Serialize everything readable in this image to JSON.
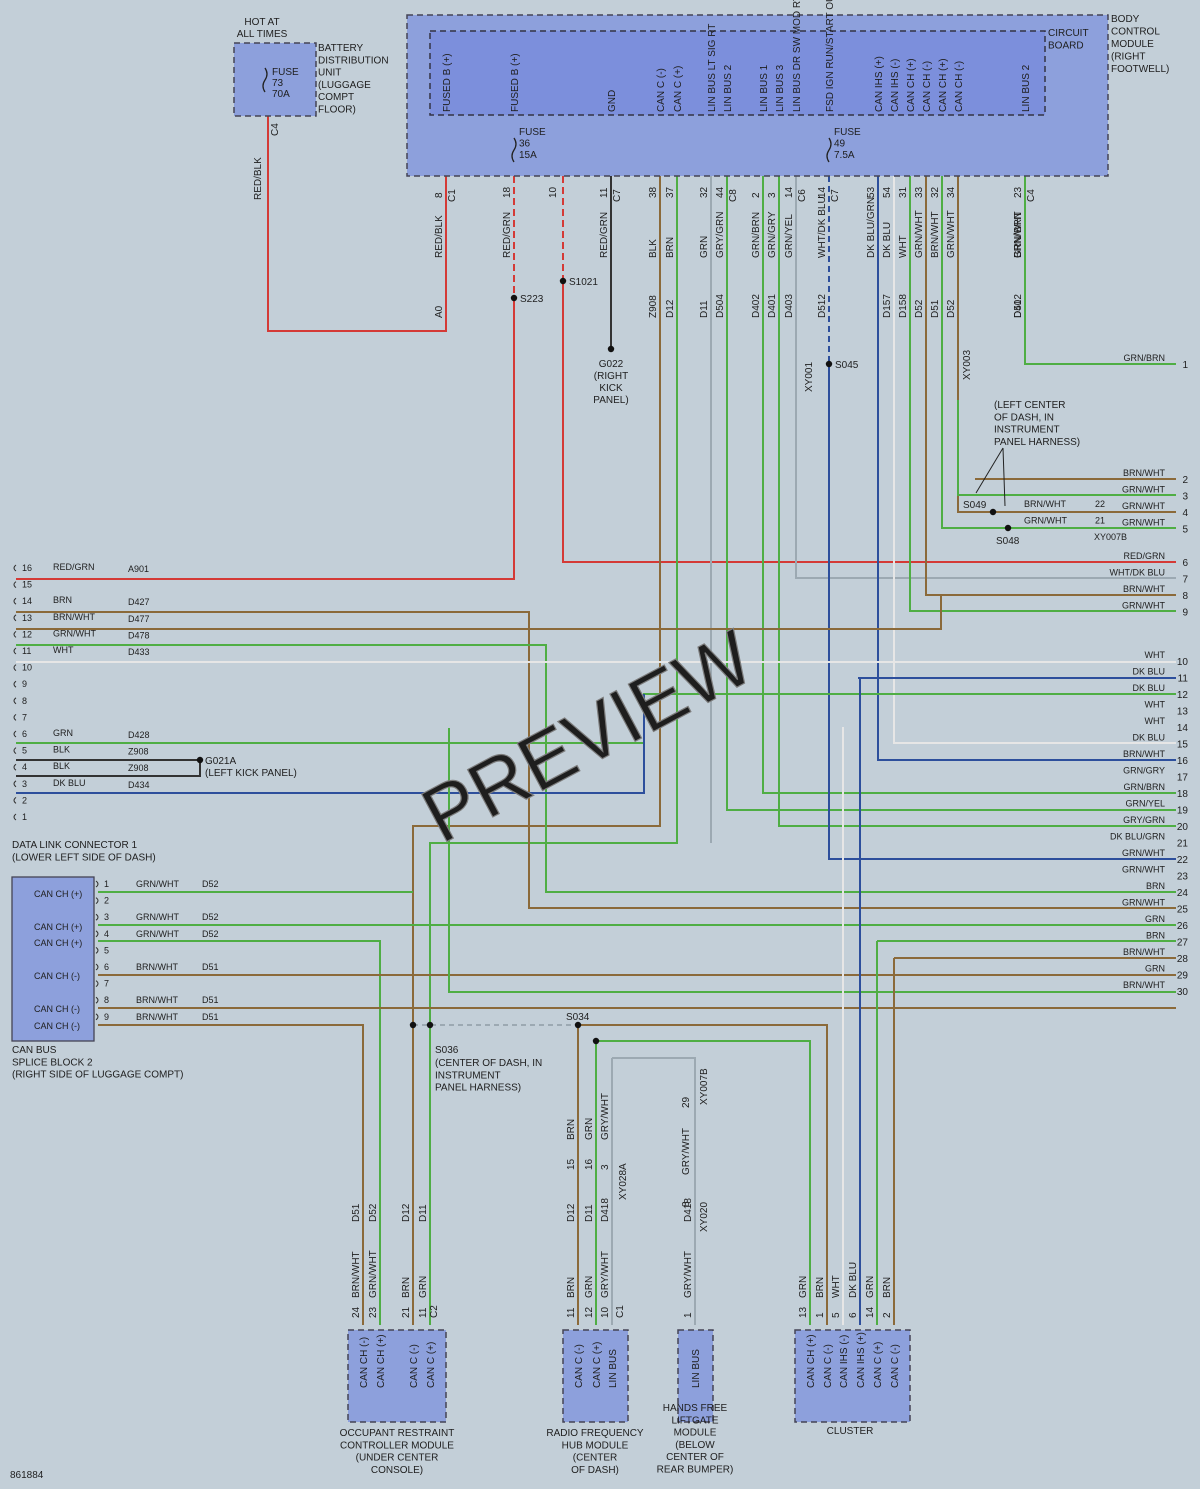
{
  "modules": {
    "bcm": {
      "title": [
        "BODY",
        "CONTROL",
        "MODULE",
        "(RIGHT",
        "FOOTWELL)"
      ],
      "board": [
        "CIRCUIT",
        "BOARD"
      ],
      "pins": [
        {
          "label": "FUSED B (+)",
          "pin": "8",
          "conn": "C1"
        },
        {
          "label": "FUSED B (+)",
          "pin": "18",
          "conn": ""
        },
        {
          "label": "GND",
          "pin": "11",
          "conn": "C7"
        },
        {
          "label": "CAN C (-)",
          "pin": "38",
          "conn": ""
        },
        {
          "label": "CAN C (+)",
          "pin": "37",
          "conn": ""
        },
        {
          "label": "LIN BUS LT SIG RT",
          "pin": "32",
          "conn": ""
        },
        {
          "label": "LIN BUS 2",
          "pin": "44",
          "conn": "C8"
        },
        {
          "label": "LIN BUS 1",
          "pin": "2",
          "conn": ""
        },
        {
          "label": "LIN BUS 3",
          "pin": "3",
          "conn": ""
        },
        {
          "label": "LIN BUS DR SW MOD RTN",
          "pin": "14",
          "conn": "C6"
        },
        {
          "label": "FSD IGN RUN/START OUTPUT",
          "pin": "14",
          "conn": "C7"
        },
        {
          "label": "CAN IHS (+)",
          "pin": "53",
          "conn": ""
        },
        {
          "label": "CAN IHS (-)",
          "pin": "54",
          "conn": ""
        },
        {
          "label": "CAN CH (+)",
          "pin": "31",
          "conn": ""
        },
        {
          "label": "CAN CH (-)",
          "pin": "33",
          "conn": ""
        },
        {
          "label": "CAN CH (+)",
          "pin": "32",
          "conn": ""
        },
        {
          "label": "CAN CH (-)",
          "pin": "34",
          "conn": ""
        },
        {
          "label": "LIN BUS 2",
          "pin": "23",
          "conn": "C4"
        }
      ],
      "fuse36": [
        "FUSE",
        "36",
        "15A"
      ],
      "fuse49": [
        "FUSE",
        "49",
        "7.5A"
      ],
      "pin10": "10"
    },
    "bdu": {
      "title": [
        "BATTERY",
        "DISTRIBUTION",
        "UNIT",
        "(LUGGAGE",
        "COMPT",
        "FLOOR)"
      ],
      "hot": [
        "HOT AT",
        "ALL TIMES"
      ],
      "fuse": [
        "FUSE",
        "73",
        "70A"
      ],
      "conn": "C4"
    },
    "dlc": {
      "title": [
        "DATA LINK CONNECTOR 1",
        "(LOWER LEFT SIDE OF DASH)"
      ]
    },
    "can_splice": {
      "title": [
        "CAN BUS",
        "SPLICE BLOCK 2",
        "(RIGHT SIDE OF LUGGAGE COMPT)"
      ],
      "labels": [
        "CAN CH (+)",
        "CAN CH (+)",
        "CAN CH (+)",
        "CAN CH (-)",
        "CAN CH (-)",
        "CAN CH (-)"
      ]
    },
    "orc": {
      "title": [
        "OCCUPANT RESTRAINT",
        "CONTROLLER MODULE",
        "(UNDER CENTER",
        "CONSOLE)"
      ],
      "pins": [
        "CAN CH (-)",
        "CAN CH (+)",
        "CAN C (-)",
        "CAN C (+)"
      ],
      "conn": "C2"
    },
    "rfh": {
      "title": [
        "RADIO FREQUENCY",
        "HUB MODULE",
        "(CENTER",
        "OF DASH)"
      ],
      "pins": [
        "CAN C (-)",
        "CAN C (+)",
        "LIN BUS"
      ],
      "conn": "C1"
    },
    "hfl": {
      "title": [
        "HANDS FREE",
        "LIFTGATE",
        "MODULE",
        "(BELOW",
        "CENTER OF",
        "REAR BUMPER)"
      ],
      "pins": [
        "LIN BUS"
      ]
    },
    "cluster": {
      "title": [
        "CLUSTER"
      ],
      "pins": [
        "CAN CH (+)",
        "CAN C (-)",
        "CAN IHS (-)",
        "CAN IHS (+)",
        "CAN C (+)",
        "CAN C (-)"
      ]
    }
  },
  "top_wires": [
    {
      "color": "RED/BLK",
      "circuit": "A0"
    },
    {
      "color": "RED/GRN",
      "circuit": ""
    },
    {
      "color": "RED/GRN",
      "circuit": ""
    },
    {
      "color": "BLK",
      "circuit": "Z908"
    },
    {
      "color": "BRN",
      "circuit": "D12"
    },
    {
      "color": "GRN",
      "circuit": "D11"
    },
    {
      "color": "GRY/GRN",
      "circuit": "D504"
    },
    {
      "color": "GRN/BRN",
      "circuit": "D402"
    },
    {
      "color": "GRN/GRY",
      "circuit": "D401"
    },
    {
      "color": "GRN/YEL",
      "circuit": "D403"
    },
    {
      "color": "WHT/DK BLU",
      "circuit": "D512"
    },
    {
      "color": "DK BLU/GRN",
      "circuit": ""
    },
    {
      "color": "DK BLU",
      "circuit": "D157"
    },
    {
      "color": "WHT",
      "circuit": "D158"
    },
    {
      "color": "GRN/WHT",
      "circuit": "D52"
    },
    {
      "color": "BRN/WHT",
      "circuit": "D51"
    },
    {
      "color": "GRN/WHT",
      "circuit": "D52"
    },
    {
      "color": "BRN/WHT",
      "circuit": "D51"
    },
    {
      "color": "GRN/BRN",
      "circuit": "D402"
    }
  ],
  "splices": [
    "S223",
    "S1021",
    "S045",
    "S049",
    "S048",
    "S034",
    "S036"
  ],
  "grounds": {
    "g022": [
      "G022",
      "(RIGHT",
      "KICK",
      "PANEL)"
    ],
    "g021a": [
      "G021A",
      "(LEFT KICK PANEL)"
    ]
  },
  "connectors": [
    "XY001",
    "XY003",
    "XY007B",
    "XY028A",
    "XY007B",
    "XY020"
  ],
  "left_center_dash": [
    "(LEFT CENTER",
    "OF DASH, IN",
    "INSTRUMENT",
    "PANEL HARNESS)"
  ],
  "s036_desc": [
    "(CENTER OF DASH, IN",
    "INSTRUMENT",
    "PANEL HARNESS)"
  ],
  "right_pins": [
    {
      "n": "1",
      "color": "GRN/BRN"
    },
    {
      "n": "2",
      "color": "BRN/WHT"
    },
    {
      "n": "3",
      "color": "GRN/WHT"
    },
    {
      "n": "4",
      "color": "GRN/WHT"
    },
    {
      "n": "5",
      "color": "GRN/WHT"
    },
    {
      "n": "6",
      "color": "RED/GRN"
    },
    {
      "n": "7",
      "color": "WHT/DK BLU"
    },
    {
      "n": "8",
      "color": "BRN/WHT"
    },
    {
      "n": "9",
      "color": "GRN/WHT"
    },
    {
      "n": "10",
      "color": "WHT"
    },
    {
      "n": "11",
      "color": "DK BLU"
    },
    {
      "n": "12",
      "color": "DK BLU"
    },
    {
      "n": "13",
      "color": "WHT"
    },
    {
      "n": "14",
      "color": "WHT"
    },
    {
      "n": "15",
      "color": "DK BLU"
    },
    {
      "n": "16",
      "color": "BRN/WHT"
    },
    {
      "n": "17",
      "color": "GRN/GRY"
    },
    {
      "n": "18",
      "color": "GRN/BRN"
    },
    {
      "n": "19",
      "color": "GRN/YEL"
    },
    {
      "n": "20",
      "color": "GRY/GRN"
    },
    {
      "n": "21",
      "color": "DK BLU/GRN"
    },
    {
      "n": "22",
      "color": "GRN/WHT"
    },
    {
      "n": "23",
      "color": "GRN/WHT"
    },
    {
      "n": "24",
      "color": "BRN"
    },
    {
      "n": "25",
      "color": "GRN/WHT"
    },
    {
      "n": "26",
      "color": "GRN"
    },
    {
      "n": "27",
      "color": "BRN"
    },
    {
      "n": "28",
      "color": "BRN/WHT"
    },
    {
      "n": "29",
      "color": "GRN"
    },
    {
      "n": "30",
      "color": "BRN/WHT"
    }
  ],
  "s049_rows": [
    {
      "color": "BRN/WHT",
      "pin": "22"
    },
    {
      "color": "GRN/WHT",
      "pin": "21"
    }
  ],
  "dlc_pins": [
    {
      "n": "16",
      "color": "RED/GRN",
      "circuit": "A901"
    },
    {
      "n": "15",
      "color": "",
      "circuit": ""
    },
    {
      "n": "14",
      "color": "BRN",
      "circuit": "D427"
    },
    {
      "n": "13",
      "color": "BRN/WHT",
      "circuit": "D477"
    },
    {
      "n": "12",
      "color": "GRN/WHT",
      "circuit": "D478"
    },
    {
      "n": "11",
      "color": "WHT",
      "circuit": "D433"
    },
    {
      "n": "10",
      "color": "",
      "circuit": ""
    },
    {
      "n": "9",
      "color": "",
      "circuit": ""
    },
    {
      "n": "8",
      "color": "",
      "circuit": ""
    },
    {
      "n": "7",
      "color": "",
      "circuit": ""
    },
    {
      "n": "6",
      "color": "GRN",
      "circuit": "D428"
    },
    {
      "n": "5",
      "color": "BLK",
      "circuit": "Z908"
    },
    {
      "n": "4",
      "color": "BLK",
      "circuit": "Z908"
    },
    {
      "n": "3",
      "color": "DK BLU",
      "circuit": "D434"
    },
    {
      "n": "2",
      "color": "",
      "circuit": ""
    },
    {
      "n": "1",
      "color": "",
      "circuit": ""
    }
  ],
  "can_pins": [
    {
      "n": "1",
      "color": "GRN/WHT",
      "circuit": "D52"
    },
    {
      "n": "2",
      "color": "",
      "circuit": ""
    },
    {
      "n": "3",
      "color": "GRN/WHT",
      "circuit": "D52"
    },
    {
      "n": "4",
      "color": "GRN/WHT",
      "circuit": "D52"
    },
    {
      "n": "5",
      "color": "",
      "circuit": ""
    },
    {
      "n": "6",
      "color": "BRN/WHT",
      "circuit": "D51"
    },
    {
      "n": "7",
      "color": "",
      "circuit": ""
    },
    {
      "n": "8",
      "color": "BRN/WHT",
      "circuit": "D51"
    },
    {
      "n": "9",
      "color": "BRN/WHT",
      "circuit": "D51"
    }
  ],
  "bottom_wires": {
    "orc": [
      {
        "pin": "24",
        "color": "BRN/WHT",
        "circuit": "D51"
      },
      {
        "pin": "23",
        "color": "GRN/WHT",
        "circuit": "D52"
      },
      {
        "pin": "21",
        "color": "BRN",
        "circuit": "D12"
      },
      {
        "pin": "11",
        "color": "GRN",
        "circuit": "D11"
      }
    ],
    "rfh": [
      {
        "pin": "11",
        "color": "BRN",
        "circuit": "D12"
      },
      {
        "pin": "12",
        "color": "GRN",
        "circuit": "D11"
      },
      {
        "pin": "10",
        "color": "GRY/WHT",
        "circuit": "D418"
      }
    ],
    "rfh_upper": [
      {
        "pin": "15",
        "color": "BRN"
      },
      {
        "pin": "16",
        "color": "GRN"
      },
      {
        "pin": "3",
        "color": "GRY/WHT"
      }
    ],
    "hfl": [
      {
        "pin": "1",
        "color": "GRY/WHT",
        "circuit": "D418"
      }
    ],
    "hfl_upper": [
      {
        "pin": "29",
        "color": "GRY/WHT"
      },
      {
        "pin": "8",
        "color": ""
      }
    ],
    "cluster": [
      {
        "pin": "13",
        "color": "GRN"
      },
      {
        "pin": "1",
        "color": "BRN"
      },
      {
        "pin": "5",
        "color": "WHT"
      },
      {
        "pin": "6",
        "color": "DK BLU"
      },
      {
        "pin": "14",
        "color": "GRN"
      },
      {
        "pin": "2",
        "color": "BRN"
      }
    ]
  },
  "diagram_id": "861884",
  "watermark": "PREVIEW",
  "colors": {
    "red": "#d43a36",
    "green": "#4fae44",
    "brown": "#8b6a3a",
    "blue": "#2d4f9c",
    "grey": "#9ca9b2",
    "white": "#e6e6e6",
    "black": "#333333",
    "module_fill": "#8da0dc",
    "board_fill": "#7c8fdc"
  }
}
